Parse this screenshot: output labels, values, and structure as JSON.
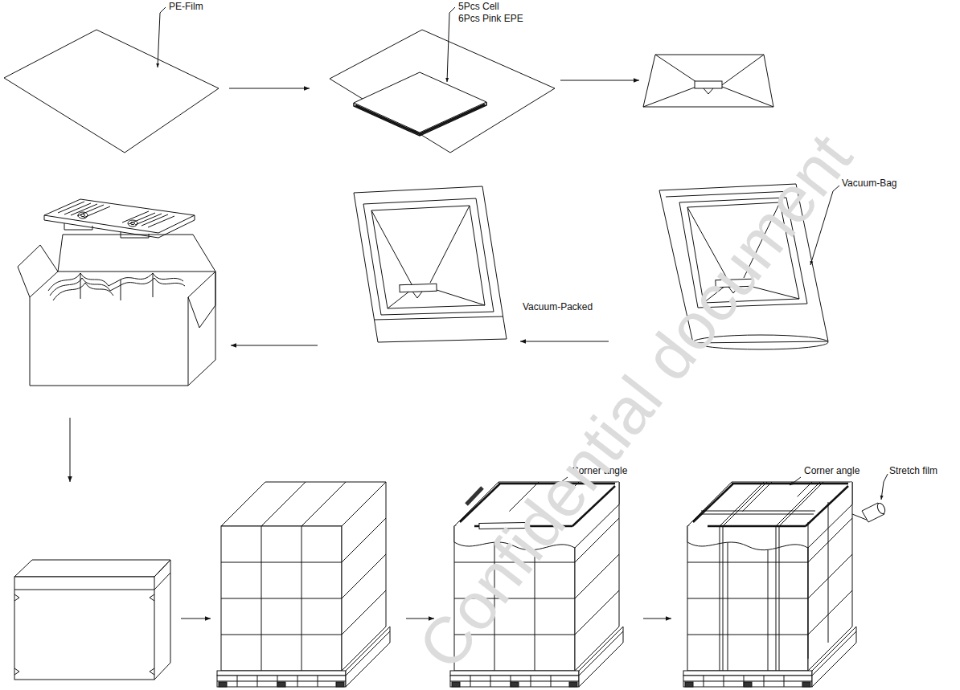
{
  "diagram": {
    "labels": [
      "PE-Film",
      "5Pcs Cell",
      "6Pcs Pink EPE",
      "Vacuum-Bag",
      "Vacuum-Packed",
      "Corner angle",
      "Corner angle",
      "Stretch film",
      "Confidential document"
    ]
  }
}
